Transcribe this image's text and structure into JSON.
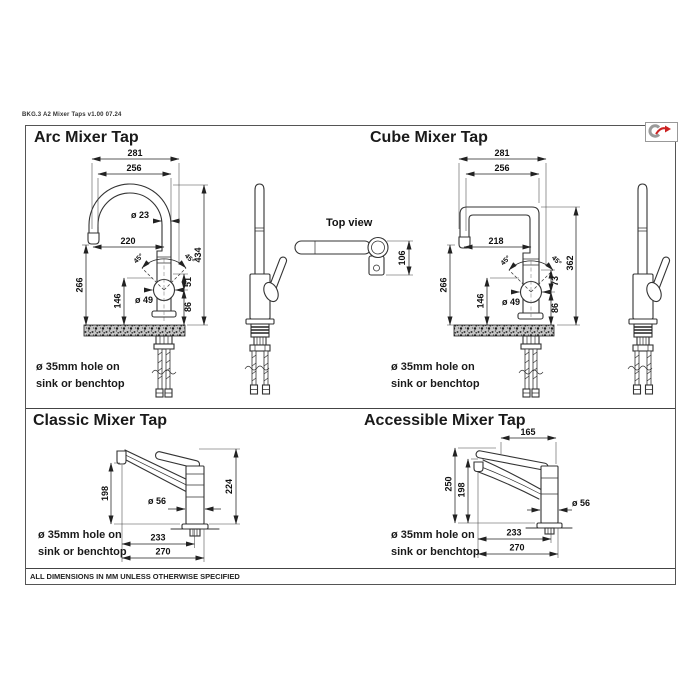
{
  "page": {
    "header_code": "BKG.3 A2 Mixer Taps v1.00 07.24",
    "footer_note": "ALL DIMENSIONS IN MM UNLESS OTHERWISE SPECIFIED",
    "logo_icon": "brand-red-arrow-logo"
  },
  "notes": {
    "hole_line1": "ø  35mm hole on",
    "hole_line2": "sink or benchtop"
  },
  "top_view": {
    "label": "Top view",
    "dims": {
      "depth": "106"
    }
  },
  "arc": {
    "title": "Arc Mixer Tap",
    "dims": {
      "overall_width": "281",
      "inner_width": "256",
      "spout_dia": "ø 23",
      "reach": "220",
      "overall_height": "434",
      "spout_height": "266",
      "body_height": "146",
      "body_dia": "ø 49",
      "upper_seg": "51",
      "lower_seg": "86",
      "swing_left": "45°",
      "swing_right": "45°"
    }
  },
  "cube": {
    "title": "Cube Mixer Tap",
    "dims": {
      "overall_width": "281",
      "inner_width": "256",
      "reach": "218",
      "overall_height": "362",
      "spout_height": "266",
      "body_height": "146",
      "body_dia": "ø 49",
      "upper_seg": "73",
      "lower_seg": "86",
      "swing_left": "45°",
      "swing_right": "45°"
    }
  },
  "classic": {
    "title": "Classic Mixer Tap",
    "dims": {
      "spout_height": "198",
      "overall_height": "224",
      "body_dia": "ø 56",
      "reach": "233",
      "overall_reach": "270"
    }
  },
  "accessible": {
    "title": "Accessible Mixer Tap",
    "dims": {
      "handle_length": "165",
      "overall_height": "250",
      "spout_height": "198",
      "body_dia": "ø 56",
      "reach": "233",
      "overall_reach": "270"
    }
  }
}
